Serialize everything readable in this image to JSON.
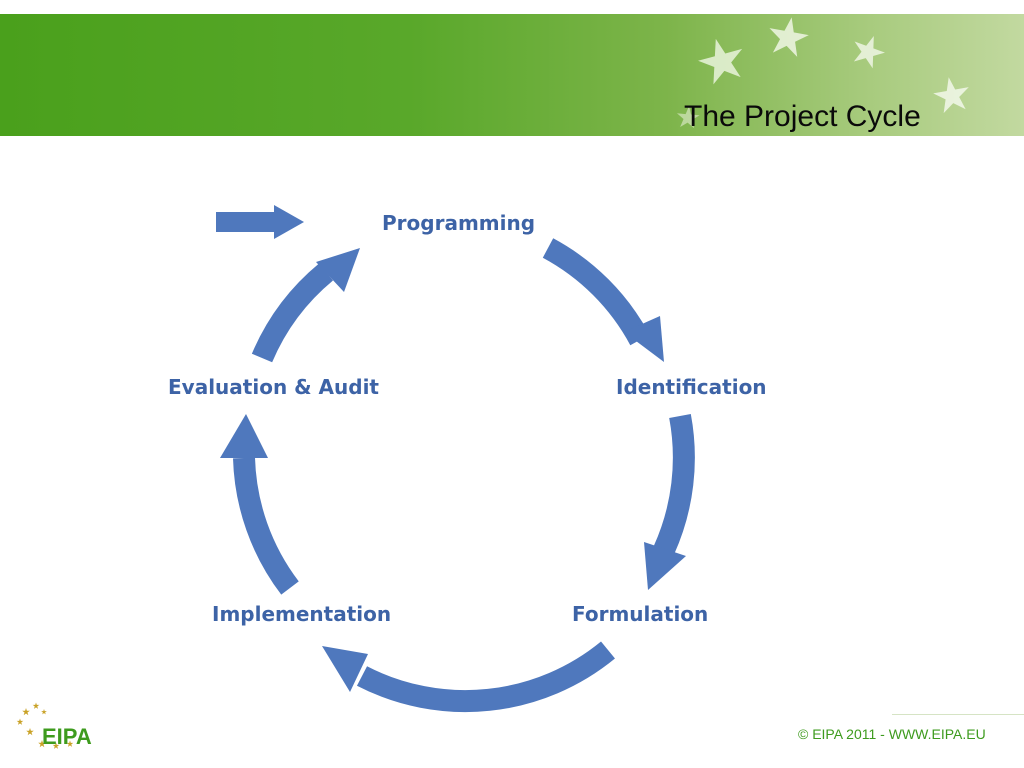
{
  "slide": {
    "title": "The Project Cycle"
  },
  "cycle": {
    "stages": [
      {
        "id": "programming",
        "label": "Programming"
      },
      {
        "id": "identification",
        "label": "Identification"
      },
      {
        "id": "formulation",
        "label": "Formulation"
      },
      {
        "id": "implementation",
        "label": "Implementation"
      },
      {
        "id": "evaluation",
        "label": "Evaluation & Audit"
      }
    ]
  },
  "footer": {
    "logo_text": "EIPA",
    "copyright": "©  EIPA 2011 - WWW.EIPA.EU"
  },
  "colors": {
    "arrow": "#4f78bd",
    "label": "#3d63a6",
    "header_green": "#4aa01c",
    "footer_green": "#3e9b1e"
  }
}
